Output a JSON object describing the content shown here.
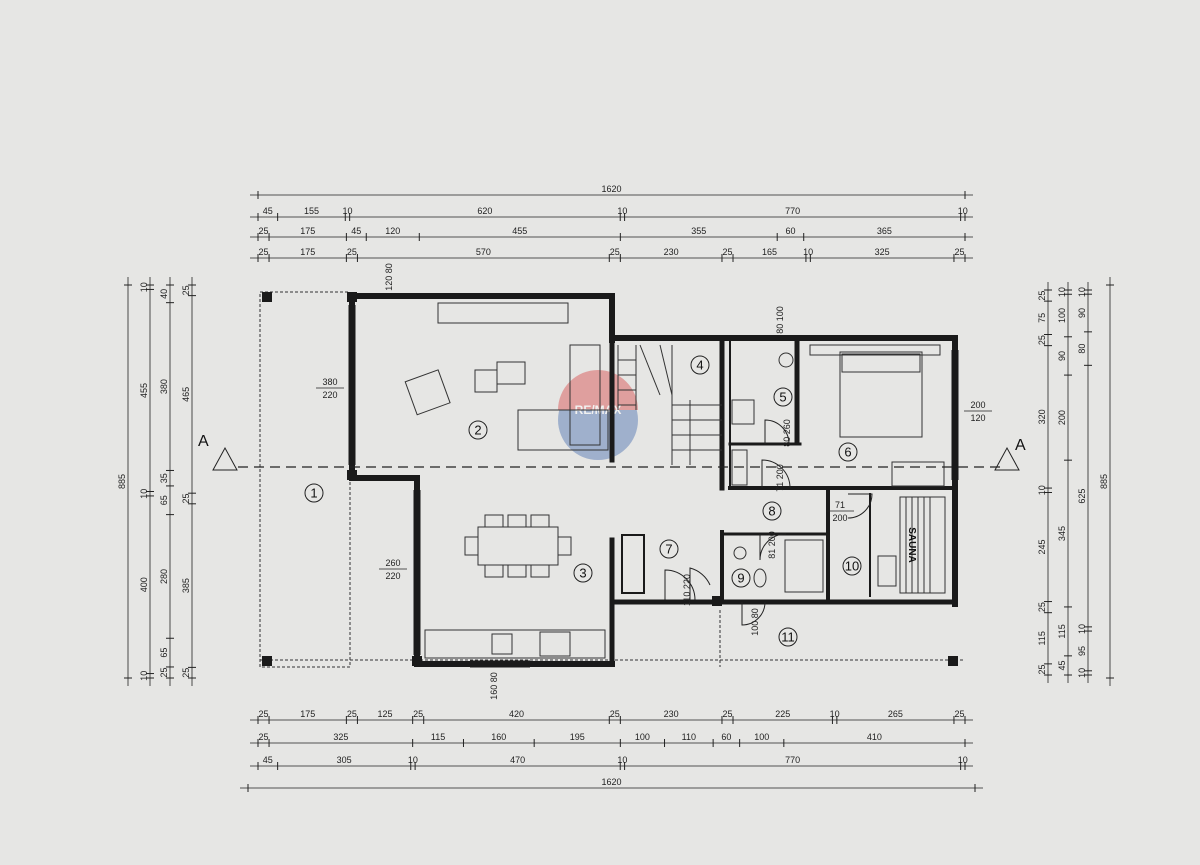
{
  "plan": {
    "top_dims": {
      "overall": "1620",
      "row1": [
        "45",
        "155",
        "10",
        "620",
        "10",
        "770",
        "10"
      ],
      "row2": [
        "25",
        "175",
        "45",
        "120",
        "455",
        "355",
        "60",
        "365"
      ],
      "row3": [
        "25",
        "175",
        "25",
        "570",
        "25",
        "230",
        "25",
        "165",
        "10",
        "325",
        "25"
      ]
    },
    "bottom_dims": {
      "row1": [
        "25",
        "175",
        "25",
        "125",
        "25",
        "420",
        "25",
        "230",
        "25",
        "225",
        "10",
        "265",
        "25"
      ],
      "row2": [
        "25",
        "325",
        "115",
        "160",
        "195",
        "100",
        "110",
        "60",
        "100",
        "410"
      ],
      "row3": [
        "45",
        "305",
        "10",
        "470",
        "10",
        "770",
        "10"
      ],
      "overall": "1620"
    },
    "left_dims": {
      "overall": "885",
      "col1": [
        "10",
        "455",
        "10",
        "400",
        "10"
      ],
      "col2": [
        "40",
        "380",
        "35",
        "65",
        "280",
        "65",
        "25"
      ],
      "col3": [
        "25",
        "465",
        "25",
        "385",
        "25"
      ]
    },
    "right_dims": {
      "overall": "885",
      "col1": [
        "25",
        "75",
        "25",
        "320",
        "10",
        "245",
        "25",
        "115",
        "25"
      ],
      "col2": [
        "10",
        "100",
        "90",
        "200",
        "345",
        "115",
        "45"
      ],
      "col3": [
        "10",
        "90",
        "80",
        "625",
        "10",
        "95",
        "10"
      ]
    },
    "rooms": [
      "1",
      "2",
      "3",
      "4",
      "5",
      "6",
      "7",
      "8",
      "9",
      "10",
      "11"
    ],
    "sauna_label": "SAUNA",
    "section_mark": "A",
    "openings": {
      "w_top_living": "120 80",
      "w_left_upper": "380 220",
      "w_left_lower": "260 220",
      "w_bottom_kitchen": "160 80",
      "w_top_bath": "80 100",
      "d_bath": "80 260",
      "w_right_bed": "200 120",
      "d_corr_upper": "71 200",
      "d_sauna": "71 200",
      "d_wc": "81 200",
      "d_hall": "110 220",
      "d_front": "100 80"
    },
    "logo_text": "RE/MAX",
    "colors": {
      "line": "#1a1a1a",
      "paper": "#e6e6e4",
      "logo_red": "#d84a4a",
      "logo_blue": "#4a6fb0"
    }
  }
}
